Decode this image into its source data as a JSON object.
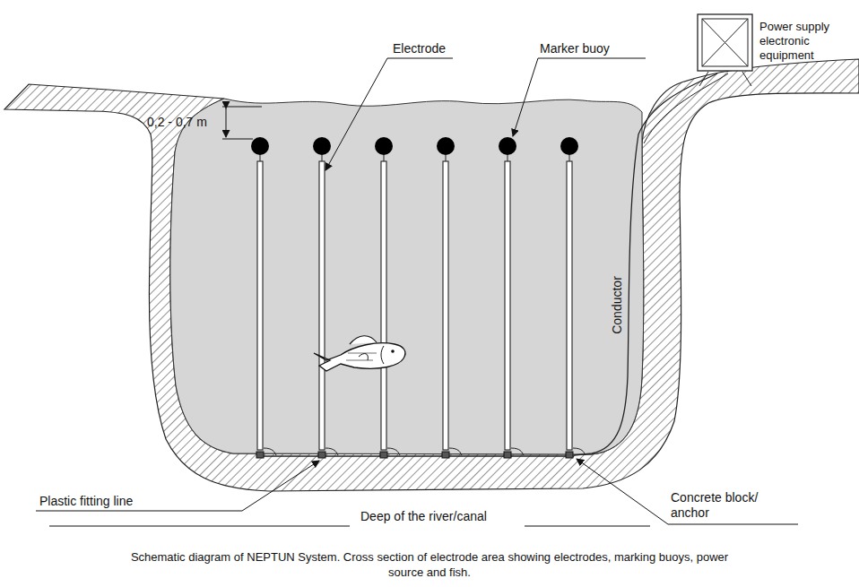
{
  "diagram": {
    "caption": "Schematic diagram of NEPTUN System. Cross section of electrode area showing electrodes, marking buoys, power source and fish.",
    "nodes": [
      {
        "text": [
          "Power supply electronic equipment"
        ]
      }
    ],
    "labels": [
      "0,2 - 0,7 m",
      "Electrode",
      "Marker buoy",
      "Conductor",
      "Plastic fitting line",
      "Deep of the river/canal",
      "Concrete block/ anchor"
    ]
  }
}
